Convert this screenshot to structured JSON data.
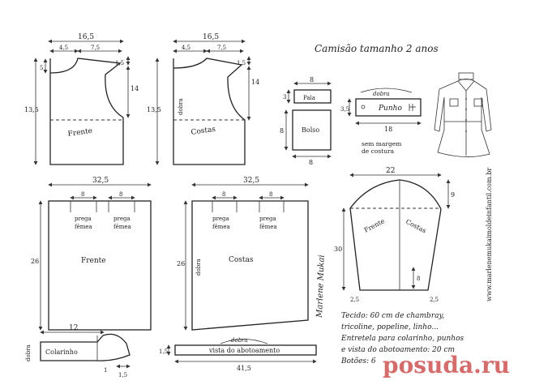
{
  "title": "Camisão tamanho 2 anos",
  "website": "www.marlenemukaimoldeinfantil.com.br",
  "signature": "Marlene Mukai",
  "colors": {
    "ink": "#222222",
    "watermark": "#c63b3b"
  },
  "bodice_front": {
    "label": "Frente",
    "width": "16,5",
    "shoulder_a": "4,5",
    "shoulder_b": "7,5",
    "neck_drop": "5",
    "shoulder_drop": "1,5",
    "armhole": "14",
    "height": "13,5"
  },
  "bodice_back": {
    "label": "Costas",
    "width": "16,5",
    "shoulder_a": "4,5",
    "shoulder_b": "7,5",
    "shoulder_drop": "1,5",
    "armhole": "14",
    "height": "13,5",
    "fold": "dobra"
  },
  "pocket_flap": {
    "label": "Pala",
    "width": "8",
    "height": "3"
  },
  "pocket": {
    "label": "Bolso",
    "width": "8",
    "height": "8"
  },
  "cuff": {
    "fold": "dobra",
    "label": "Punho",
    "height": "3,5",
    "width": "18"
  },
  "cuff_note": {
    "line1": "sem margem",
    "line2": "de costura"
  },
  "sleeve": {
    "width": "22",
    "cap": "9",
    "length": "30",
    "front": "Frente",
    "back": "Costas",
    "bottom_left": "2,5",
    "bottom_right": "2,5",
    "vent": "8"
  },
  "skirt_front": {
    "label": "Frente",
    "width": "32,5",
    "height": "26",
    "pleat": "8",
    "pleat_label1": "prega",
    "pleat_label2": "fêmea"
  },
  "skirt_back": {
    "label": "Costas",
    "width": "32,5",
    "height": "26",
    "pleat": "8",
    "pleat_label1": "prega",
    "pleat_label2": "fêmea",
    "fold": "dobra"
  },
  "collar": {
    "label": "Colarinho",
    "width": "12",
    "fold": "dobra",
    "d1": "1",
    "d2": "1,5"
  },
  "placket": {
    "fold": "dobra",
    "label": "vista do abotoamento",
    "height": "1,5",
    "width": "41,5"
  },
  "notes": {
    "l1": "Tecido: 60 cm de chambray,",
    "l2": "tricoline, popeline, linho...",
    "l3": "Entretela para colarinho, punhos",
    "l4": "e vista do abotoamento: 20 cm",
    "l5": "Botões: 6"
  },
  "watermark": "posuda.ru"
}
